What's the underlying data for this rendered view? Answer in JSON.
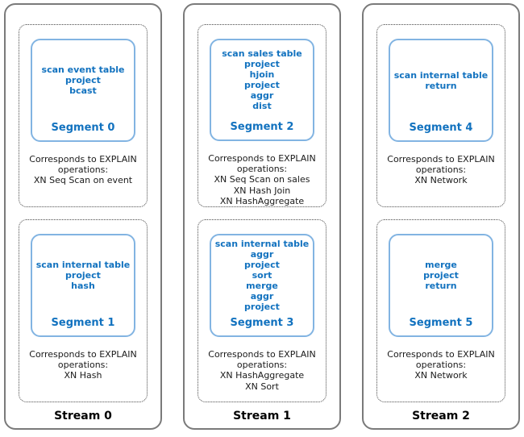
{
  "colors": {
    "stream_border": "#7a7a7a",
    "panel_border": "#4a4a4a",
    "segment_border": "#82b4e2",
    "segment_text": "#1272bf",
    "body_text": "#1a1a1a"
  },
  "streams": [
    {
      "label": "Stream 0",
      "segments": [
        {
          "name": "Segment 0",
          "operations": [
            "scan event table",
            "project",
            "bcast"
          ],
          "explain_title_lines": [
            "Corresponds to EXPLAIN",
            "operations:"
          ],
          "explain_ops": [
            "XN Seq Scan on event"
          ]
        },
        {
          "name": "Segment 1",
          "operations": [
            "scan internal table",
            "project",
            "hash"
          ],
          "explain_title_lines": [
            "Corresponds to EXPLAIN",
            "operations:"
          ],
          "explain_ops": [
            "XN Hash"
          ]
        }
      ]
    },
    {
      "label": "Stream 1",
      "segments": [
        {
          "name": "Segment 2",
          "operations": [
            "scan sales table",
            "project",
            "hjoin",
            "project",
            "aggr",
            "dist"
          ],
          "explain_title_lines": [
            "Corresponds to EXPLAIN",
            "operations:"
          ],
          "explain_ops": [
            "XN Seq Scan on sales",
            "XN Hash Join",
            "XN HashAggregate"
          ]
        },
        {
          "name": "Segment 3",
          "operations": [
            "scan internal table",
            "aggr",
            "project",
            "sort",
            "merge",
            "aggr",
            "project"
          ],
          "explain_title_lines": [
            "Corresponds to EXPLAIN",
            "operations:"
          ],
          "explain_ops": [
            "XN HashAggregate",
            "XN Sort"
          ]
        }
      ]
    },
    {
      "label": "Stream 2",
      "segments": [
        {
          "name": "Segment 4",
          "operations": [
            "scan internal table",
            "return"
          ],
          "explain_title_lines": [
            "Corresponds to EXPLAIN",
            "operations:"
          ],
          "explain_ops": [
            "XN Network"
          ]
        },
        {
          "name": "Segment 5",
          "operations": [
            "merge",
            "project",
            "return"
          ],
          "explain_title_lines": [
            "Corresponds to EXPLAIN",
            "operations:"
          ],
          "explain_ops": [
            "XN Network"
          ]
        }
      ]
    }
  ]
}
